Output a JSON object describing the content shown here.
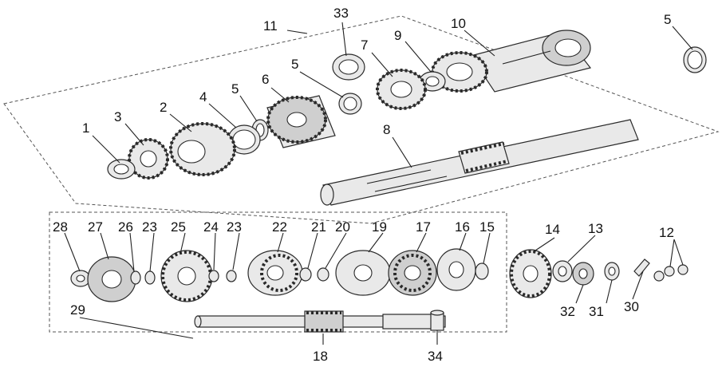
{
  "callouts": [
    {
      "id": "c1",
      "text": "1"
    },
    {
      "id": "c3",
      "text": "3"
    },
    {
      "id": "c2",
      "text": "2"
    },
    {
      "id": "c4",
      "text": "4"
    },
    {
      "id": "c5a",
      "text": "5"
    },
    {
      "id": "c6",
      "text": "6"
    },
    {
      "id": "c5b",
      "text": "5"
    },
    {
      "id": "c33",
      "text": "33"
    },
    {
      "id": "c11",
      "text": "11"
    },
    {
      "id": "c7",
      "text": "7"
    },
    {
      "id": "c9",
      "text": "9"
    },
    {
      "id": "c10",
      "text": "10"
    },
    {
      "id": "c5c",
      "text": "5"
    },
    {
      "id": "c8",
      "text": "8"
    },
    {
      "id": "c28",
      "text": "28"
    },
    {
      "id": "c27",
      "text": "27"
    },
    {
      "id": "c26",
      "text": "26"
    },
    {
      "id": "c23a",
      "text": "23"
    },
    {
      "id": "c25",
      "text": "25"
    },
    {
      "id": "c24",
      "text": "24"
    },
    {
      "id": "c23b",
      "text": "23"
    },
    {
      "id": "c22",
      "text": "22"
    },
    {
      "id": "c21",
      "text": "21"
    },
    {
      "id": "c20",
      "text": "20"
    },
    {
      "id": "c19",
      "text": "19"
    },
    {
      "id": "c17",
      "text": "17"
    },
    {
      "id": "c16",
      "text": "16"
    },
    {
      "id": "c15",
      "text": "15"
    },
    {
      "id": "c14",
      "text": "14"
    },
    {
      "id": "c13",
      "text": "13"
    },
    {
      "id": "c12",
      "text": "12"
    },
    {
      "id": "c29",
      "text": "29"
    },
    {
      "id": "c18",
      "text": "18"
    },
    {
      "id": "c34",
      "text": "34"
    },
    {
      "id": "c32",
      "text": "32"
    },
    {
      "id": "c31",
      "text": "31"
    },
    {
      "id": "c30",
      "text": "30"
    }
  ]
}
